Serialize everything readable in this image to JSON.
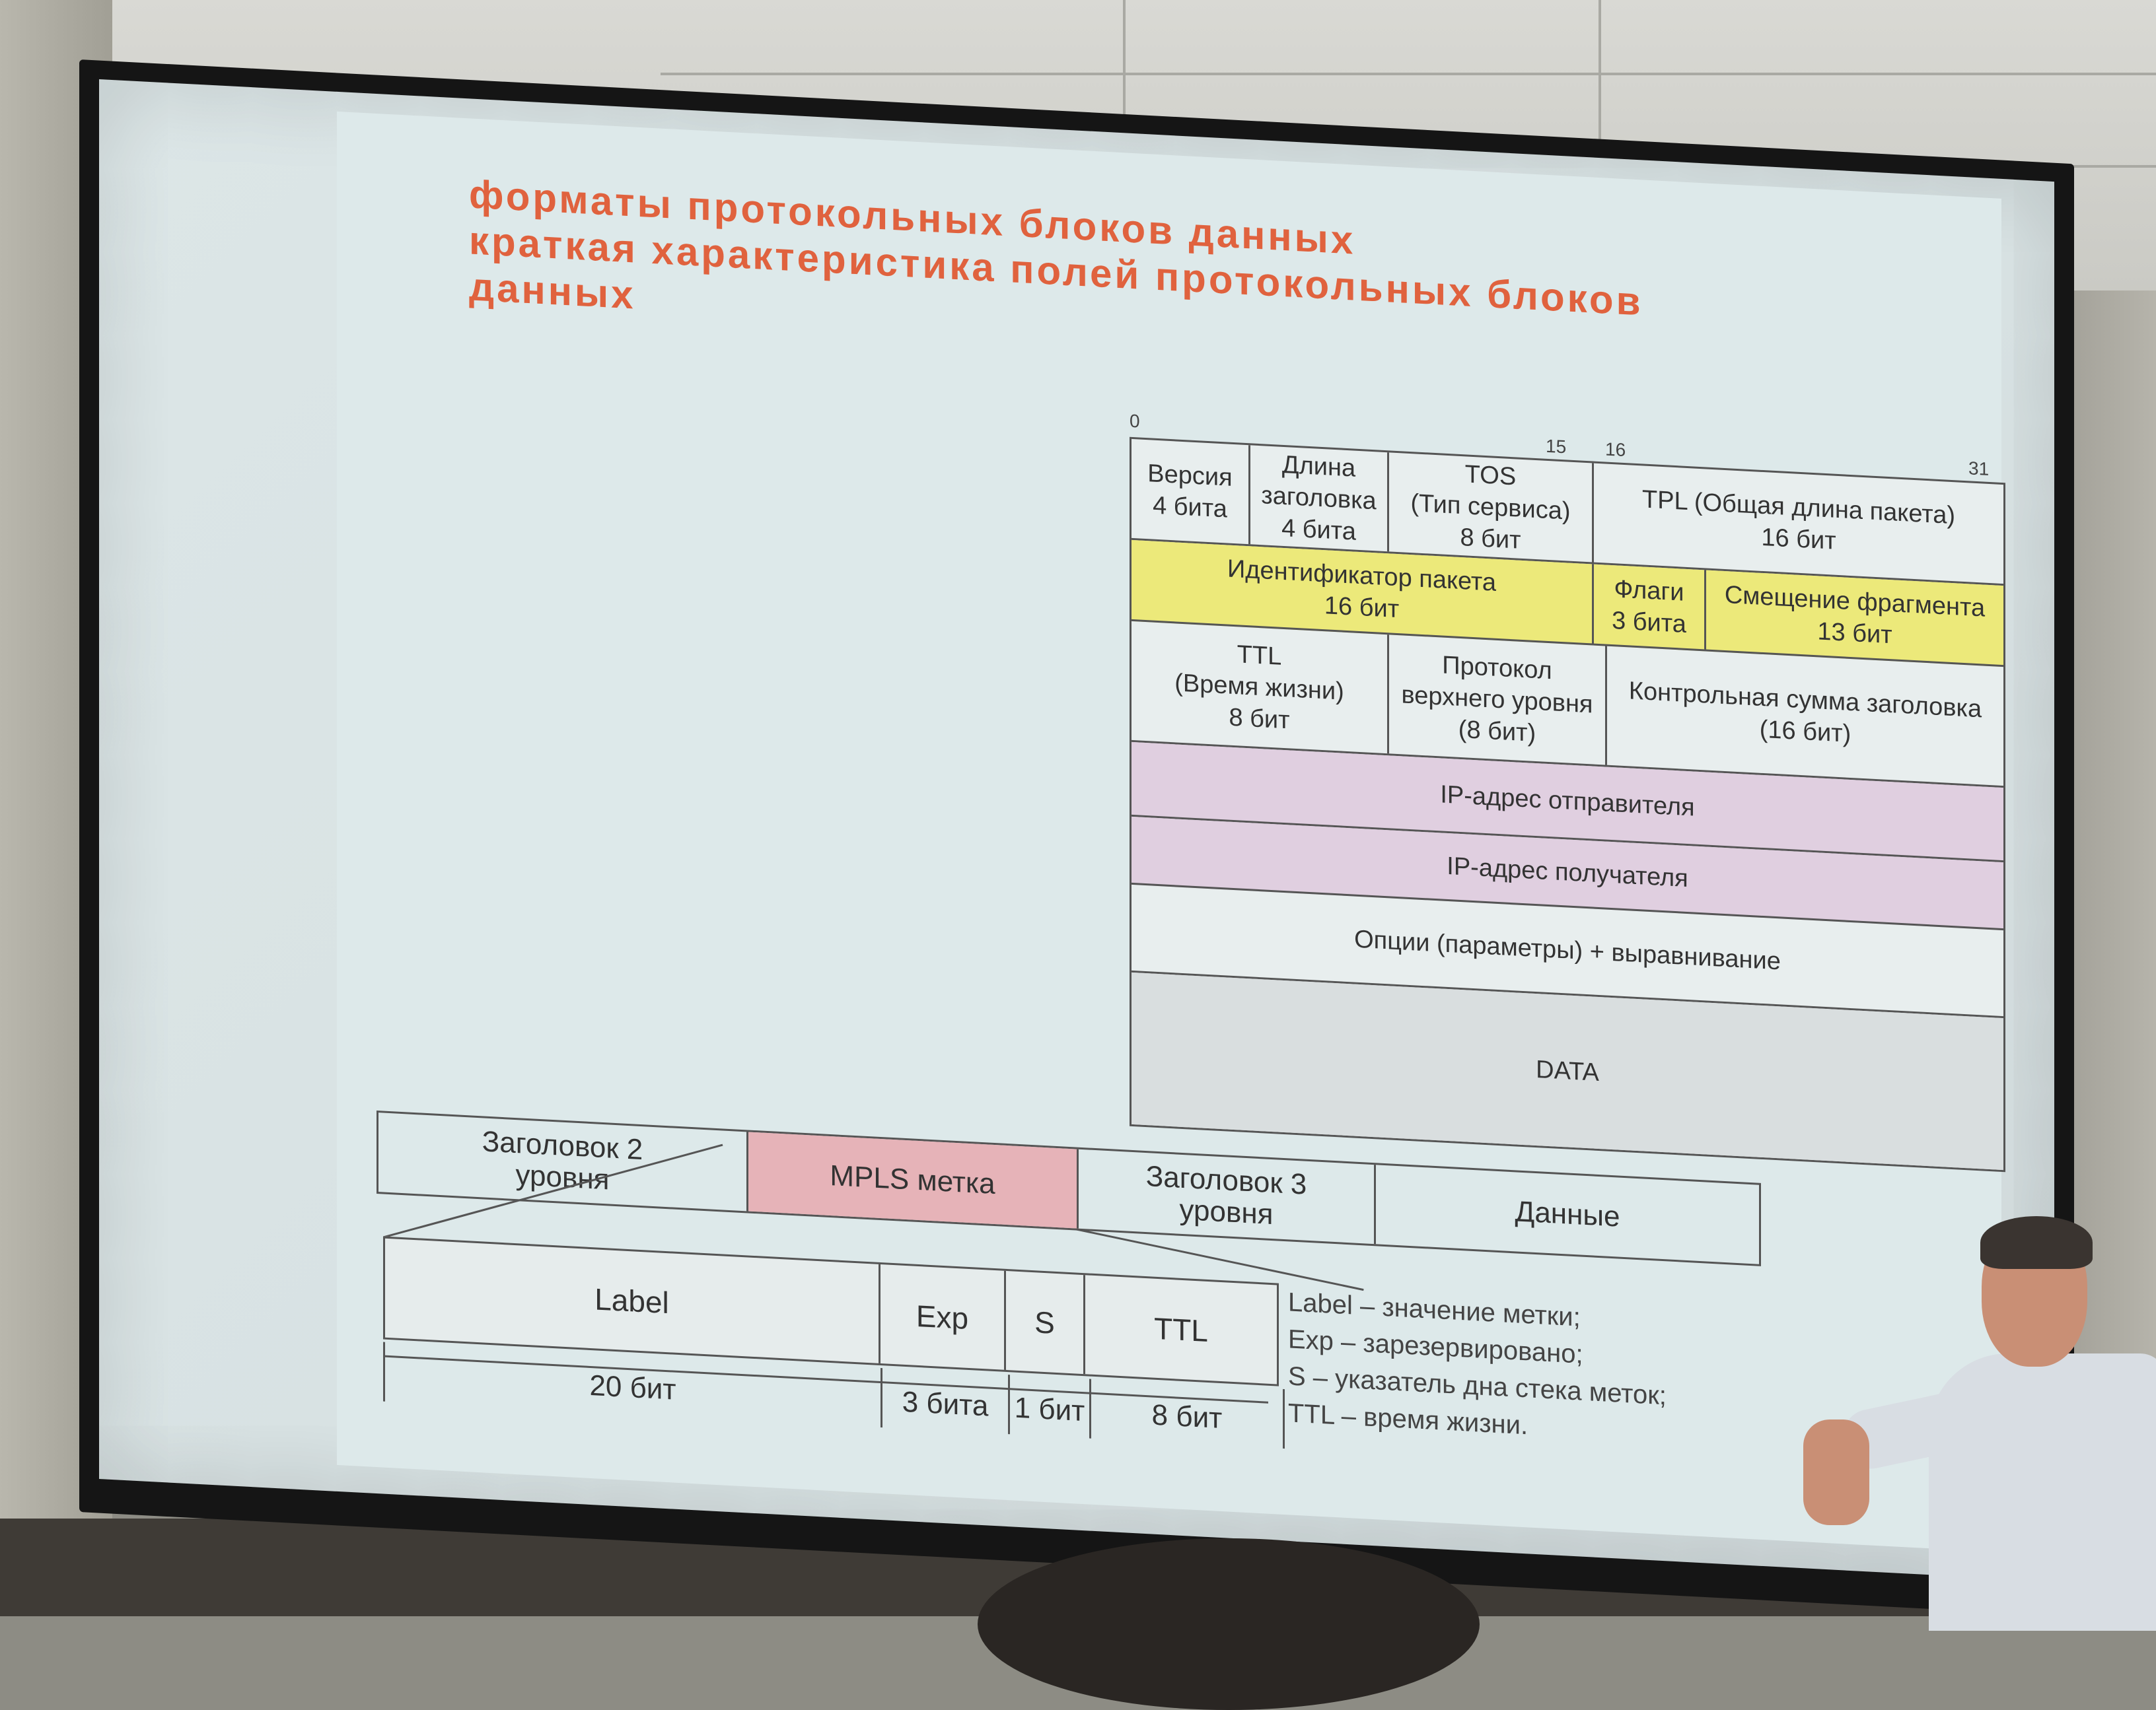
{
  "slide": {
    "title_lines": [
      "форматы протокольных блоков данных",
      "краткая    характеристика    полей    протокольных    блоков",
      "данных"
    ],
    "bit_markers": [
      "0",
      "15",
      "16",
      "31"
    ]
  },
  "ip_header": {
    "row1": {
      "version": [
        "Версия",
        "4 бита"
      ],
      "header_length": [
        "Длина",
        "заголовка",
        "4 бита"
      ],
      "tos": [
        "TOS",
        "(Тип сервиса)",
        "8 бит"
      ],
      "tpl": [
        "TPL  (Общая длина пакета)",
        "16 бит"
      ]
    },
    "row2": {
      "id": [
        "Идентификатор пакета",
        "16 бит"
      ],
      "flags": [
        "Флаги",
        "3 бита"
      ],
      "offset": [
        "Смещение фрагмента",
        "13 бит"
      ]
    },
    "row3": {
      "ttl": [
        "TTL",
        "(Время жизни)",
        "8 бит"
      ],
      "protocol": [
        "Протокол",
        "верхнего уровня",
        "(8 бит)"
      ],
      "checksum": [
        "Контрольная сумма заголовка",
        "(16 бит)"
      ]
    },
    "src": "IP-адрес отправителя",
    "dst": "IP-адрес получателя",
    "options": "Опции (параметры) + выравнивание",
    "data": "DATA"
  },
  "mpls_frame": {
    "l2": [
      "Заголовок 2",
      "уровня"
    ],
    "mpls": "MPLS метка",
    "l3": [
      "Заголовок 3",
      "уровня"
    ],
    "payload": "Данные"
  },
  "mpls_label": {
    "fields": [
      "Label",
      "Exp",
      "S",
      "TTL"
    ],
    "bits": [
      "20 бит",
      "3 бита",
      "1 бит",
      "8 бит"
    ]
  },
  "legend": [
    "Label – значение метки;",
    "Exp – зарезервировано;",
    "S – указатель дна стека меток;",
    "TTL – время жизни."
  ]
}
